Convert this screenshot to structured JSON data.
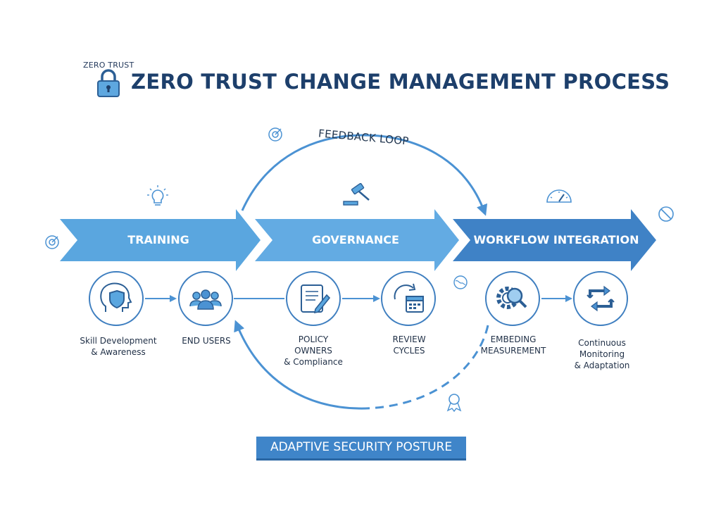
{
  "header": {
    "lock_label": "ZERO TRUST",
    "title": "ZERO TRUST CHANGE MANAGEMENT PROCESS"
  },
  "phases": [
    {
      "label": "TRAINING",
      "color": "#5aa6df"
    },
    {
      "label": "GOVERNANCE",
      "color": "#63abe3"
    },
    {
      "label": "WORKFLOW INTEGRATION",
      "color": "#3f82c6"
    }
  ],
  "nodes": [
    {
      "label": "Skill Development\n& Awareness",
      "icon": "head-shield-icon"
    },
    {
      "label": "END USERS",
      "icon": "users-group-icon"
    },
    {
      "label": "POLICY\nOWNERS\n& Compliance",
      "icon": "policy-scroll-icon"
    },
    {
      "label": "REVIEW\nCYCLES",
      "icon": "review-calendar-icon"
    },
    {
      "label": "EMBEDING\nMEASUREMENT",
      "icon": "gear-magnifier-icon"
    },
    {
      "label": "Continuous\nMonitoring\n& Adaptation",
      "icon": "cycle-arrows-icon"
    }
  ],
  "feedback_loop": {
    "label": "FEEDBACK LOOP"
  },
  "footer": {
    "label": "ADAPTIVE SECURITY POSTURE"
  },
  "colors": {
    "primary_dark": "#1d3f6b",
    "arrow_light": "#5aa6df",
    "arrow_dark": "#3f82c6",
    "line": "#4b92d3"
  },
  "decor_icons": [
    "lightbulb-icon",
    "target-icon",
    "gavel-icon",
    "gauge-icon",
    "check-badge-icon",
    "blocked-icon",
    "globe-icon",
    "award-ribbon-icon"
  ]
}
